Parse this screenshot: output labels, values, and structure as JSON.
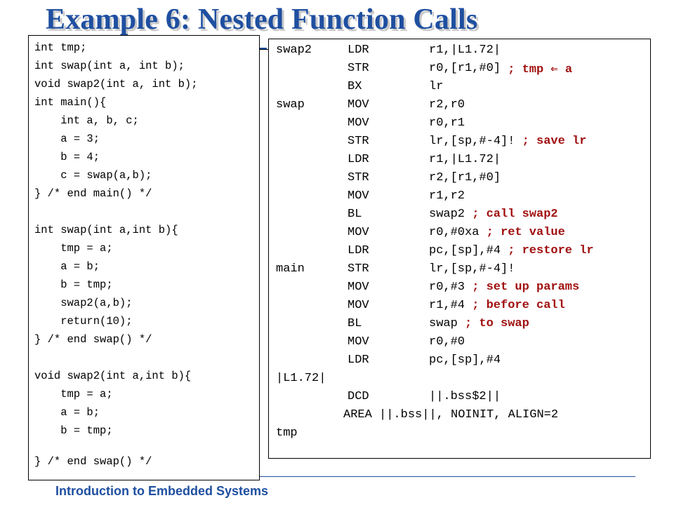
{
  "slide_title": "Example 6: Nested Function Calls",
  "footer": "Introduction to Embedded Systems",
  "colors": {
    "title": "#1f4fa0",
    "comment": "#a01010",
    "footer": "#1f4fa0"
  },
  "c_code": [
    "int tmp;",
    "int swap(int a, int b);",
    "void swap2(int a, int b);",
    "int main(){",
    "    int a, b, c;",
    "    a = 3;",
    "    b = 4;",
    "    c = swap(a,b);",
    "} /* end main() */",
    "int swap(int a,int b){",
    "    tmp = a;",
    "    a = b;",
    "    b = tmp;",
    "    swap2(a,b);",
    "    return(10);",
    "} /* end swap() */",
    "void swap2(int a,int b){",
    "    tmp = a;",
    "    a = b;",
    "    b = tmp;",
    "} /* end swap() */"
  ],
  "asm_code": [
    {
      "label": "swap2",
      "op": "LDR",
      "args": "r1,|L1.72|",
      "comment": ""
    },
    {
      "label": "",
      "op": "STR",
      "args": "r0,[r1,#0]",
      "comment": "; tmp ⇐ a"
    },
    {
      "label": "",
      "op": "BX",
      "args": "lr",
      "comment": ""
    },
    {
      "label": "swap",
      "op": "MOV",
      "args": "r2,r0",
      "comment": ""
    },
    {
      "label": "",
      "op": "MOV",
      "args": "r0,r1",
      "comment": ""
    },
    {
      "label": "",
      "op": "STR",
      "args": "lr,[sp,#-4]!",
      "comment": "; save lr"
    },
    {
      "label": "",
      "op": "LDR",
      "args": "r1,|L1.72|",
      "comment": ""
    },
    {
      "label": "",
      "op": "STR",
      "args": "r2,[r1,#0]",
      "comment": ""
    },
    {
      "label": "",
      "op": "MOV",
      "args": "r1,r2",
      "comment": ""
    },
    {
      "label": "",
      "op": "BL",
      "args": "swap2",
      "comment": "; call swap2"
    },
    {
      "label": "",
      "op": "MOV",
      "args": "r0,#0xa",
      "comment": "; ret value"
    },
    {
      "label": "",
      "op": "LDR",
      "args": "pc,[sp],#4",
      "comment": "; restore lr"
    },
    {
      "label": "main",
      "op": "STR",
      "args": "lr,[sp,#-4]!",
      "comment": ""
    },
    {
      "label": "",
      "op": "MOV",
      "args": "r0,#3",
      "comment": "; set up params"
    },
    {
      "label": "",
      "op": "MOV",
      "args": "r1,#4",
      "comment": "; before call"
    },
    {
      "label": "",
      "op": "BL",
      "args": "swap",
      "comment": "; to swap"
    },
    {
      "label": "",
      "op": "MOV",
      "args": "r0,#0",
      "comment": ""
    },
    {
      "label": "",
      "op": "LDR",
      "args": "pc,[sp],#4",
      "comment": ""
    },
    {
      "label": "|L1.72|",
      "op": "",
      "args": "",
      "comment": ""
    },
    {
      "label": "",
      "op": "DCD",
      "args": "||.bss$2||",
      "comment": ""
    },
    {
      "label": "",
      "op": "",
      "args": "",
      "comment": "",
      "directive": "AREA ||.bss||, NOINIT, ALIGN=2"
    },
    {
      "label": "tmp",
      "op": "",
      "args": "",
      "comment": ""
    }
  ]
}
